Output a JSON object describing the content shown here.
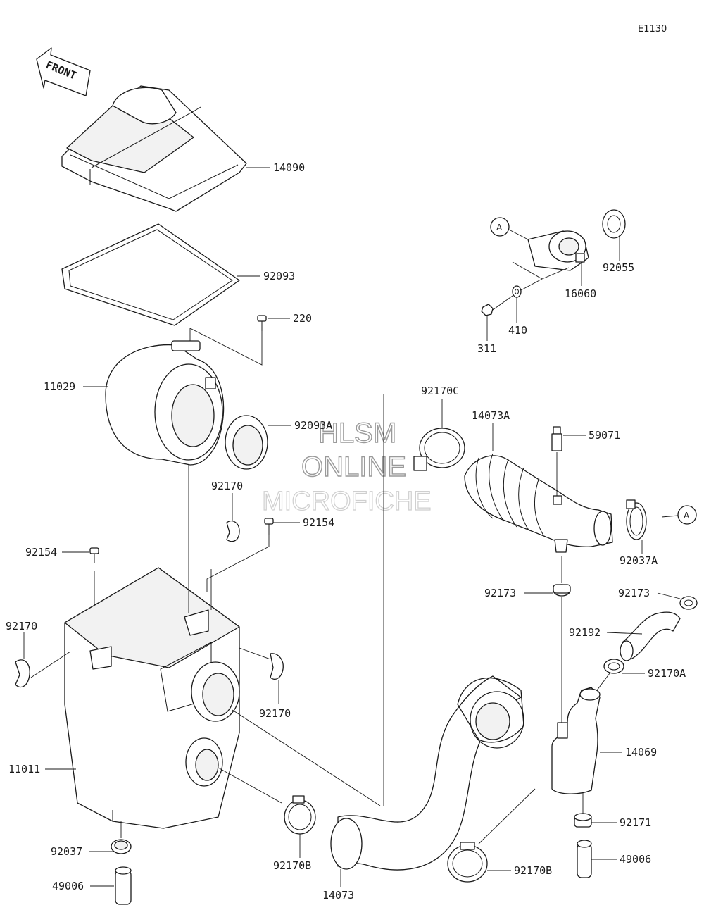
{
  "diagram_id": "E1130",
  "front_label": "FRONT",
  "watermark": [
    "HLSM",
    "ONLINE",
    "MICROFICHE"
  ],
  "ref_letter": "A",
  "callouts": {
    "p14090": "14090",
    "p92093": "92093",
    "p220": "220",
    "p11029": "11029",
    "p92093A": "92093A",
    "p92170_upper": "92170",
    "p92154_right": "92154",
    "p92154_left": "92154",
    "p92170_left": "92170",
    "p92170_right": "92170",
    "p11011": "11011",
    "p92037": "92037",
    "p49006_left": "49006",
    "p92170B_mid": "92170B",
    "p14073": "14073",
    "p92170B_right": "92170B",
    "p92170C": "92170C",
    "p14073A": "14073A",
    "p59071": "59071",
    "p92037A": "92037A",
    "p92173_left": "92173",
    "p92173_right": "92173",
    "p92192": "92192",
    "p92170A": "92170A",
    "p14069": "14069",
    "p92171": "92171",
    "p49006_right": "49006",
    "p92055": "92055",
    "p16060": "16060",
    "p410": "410",
    "p311": "311"
  }
}
